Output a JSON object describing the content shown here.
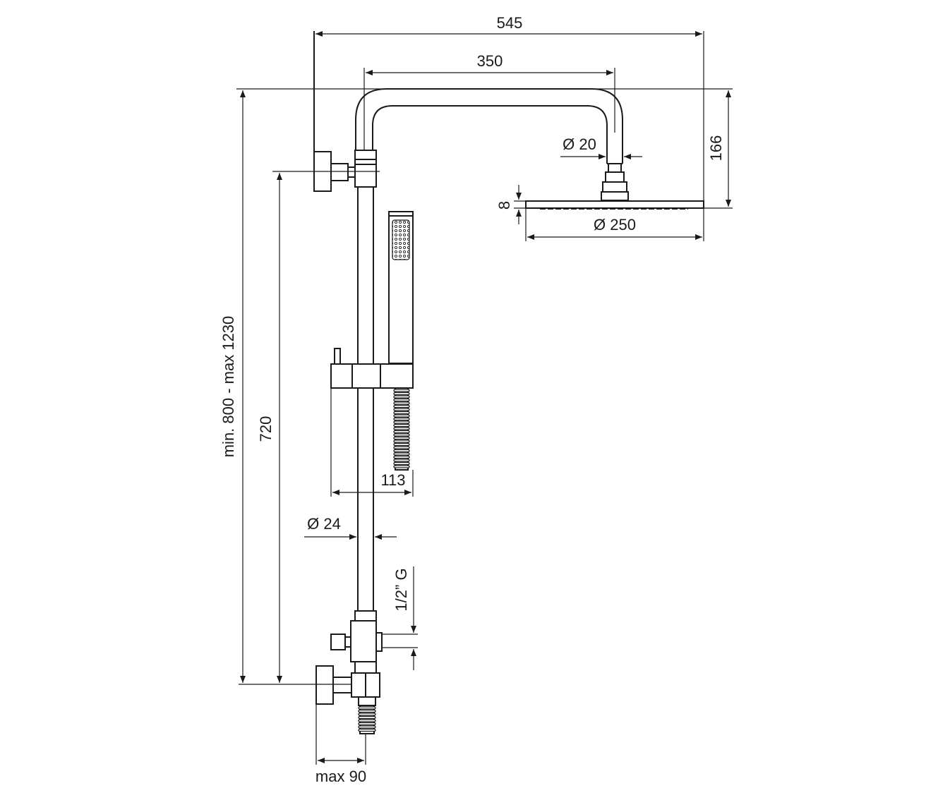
{
  "dimensions": {
    "overall_width": "545",
    "arm_length": "350",
    "head_height": "166",
    "outlet_diameter": "Ø 20",
    "head_thickness": "8",
    "head_diameter": "Ø 250",
    "riser_height": "min. 800 - max 1230",
    "bracket_spacing": "720",
    "hand_shower_offset": "113",
    "riser_diameter": "Ø 24",
    "inlet_thread": "1/2” G",
    "wall_offset": "max 90"
  },
  "colors": {
    "line": "#1a1a1a",
    "background": "#ffffff"
  }
}
